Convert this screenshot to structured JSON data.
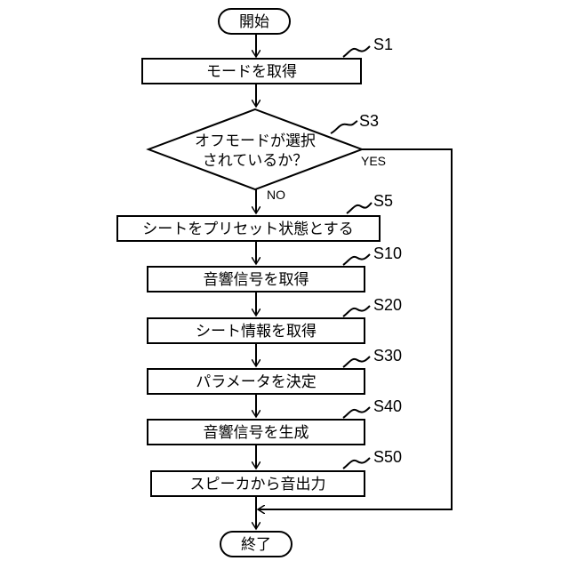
{
  "flowchart": {
    "start": "開始",
    "end": "終了",
    "steps": {
      "s1": {
        "label": "S1",
        "text": "モードを取得"
      },
      "s3": {
        "label": "S3",
        "line1": "オフモードが選択",
        "line2": "されているか？",
        "yes": "YES",
        "no": "NO"
      },
      "s5": {
        "label": "S5",
        "text": "シートをプリセット状態とする"
      },
      "s10": {
        "label": "S10",
        "text": "音響信号を取得"
      },
      "s20": {
        "label": "S20",
        "text": "シート情報を取得"
      },
      "s30": {
        "label": "S30",
        "text": "パラメータを決定"
      },
      "s40": {
        "label": "S40",
        "text": "音響信号を生成"
      },
      "s50": {
        "label": "S50",
        "text": "スピーカから音出力"
      }
    }
  }
}
